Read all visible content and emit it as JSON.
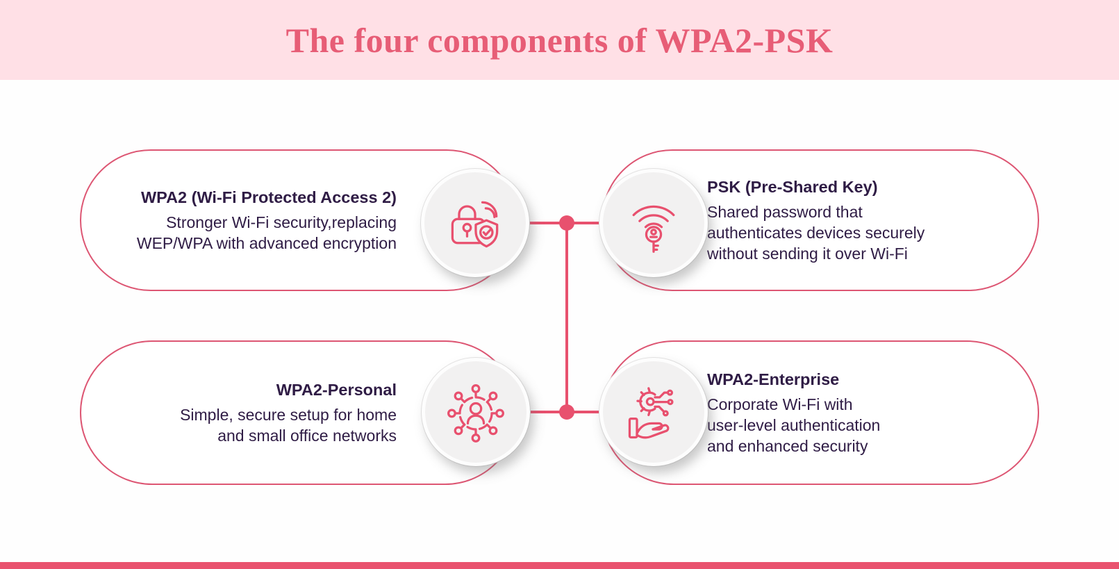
{
  "header": {
    "title": "The four components of WPA2-PSK"
  },
  "colors": {
    "banner_bg": "#ffe0e6",
    "title_rose": "#e75d76",
    "card_border": "#dd5673",
    "accent_rose": "#e8516e",
    "text_dark": "#2f1c45",
    "medallion_bg": "#f2f1f1",
    "bottom_bar": "#e9536f"
  },
  "cards": [
    {
      "title": "WPA2 (Wi-Fi Protected Access 2)",
      "description_lines": [
        "Stronger Wi-Fi security,replacing",
        "WEP/WPA with advanced encryption"
      ],
      "icon": "lock-shield-wifi-icon"
    },
    {
      "title": "PSK (Pre-Shared Key)",
      "description_lines": [
        "Shared password that",
        "authenticates devices securely",
        "without sending it over Wi-Fi"
      ],
      "icon": "wifi-key-icon"
    },
    {
      "title": "WPA2-Personal",
      "description_lines": [
        "Simple, secure setup for home",
        "and small office networks"
      ],
      "icon": "user-network-icon"
    },
    {
      "title": "WPA2-Enterprise",
      "description_lines": [
        "Corporate Wi-Fi with",
        "user-level authentication",
        "and enhanced security"
      ],
      "icon": "gear-hand-circuit-icon"
    }
  ]
}
